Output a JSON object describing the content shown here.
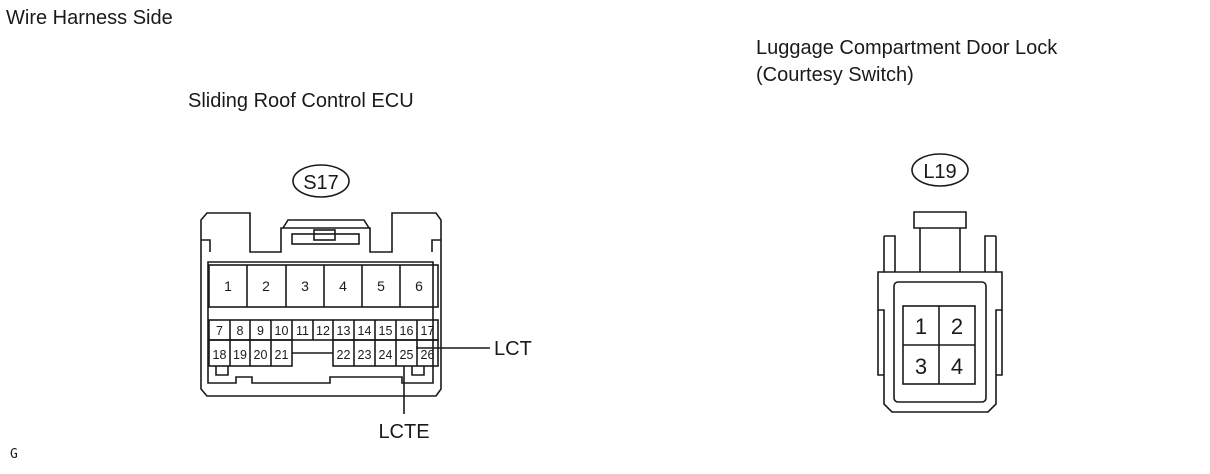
{
  "header": {
    "text": "Wire Harness Side"
  },
  "footer": {
    "text": "G"
  },
  "connectors": {
    "s17": {
      "title": "Sliding Roof Control ECU",
      "code": "S17",
      "pins_top": [
        "1",
        "2",
        "3",
        "4",
        "5",
        "6"
      ],
      "pins_row2": [
        "7",
        "8",
        "9",
        "10",
        "11",
        "12",
        "13",
        "14",
        "15",
        "16",
        "17"
      ],
      "pins_row3_left": [
        "18",
        "19",
        "20",
        "21"
      ],
      "pins_row3_right": [
        "22",
        "23",
        "24",
        "25",
        "26"
      ]
    },
    "l19": {
      "title_line1": "Luggage Compartment Door Lock",
      "title_line2": "(Courtesy Switch)",
      "code": "L19",
      "pins": [
        "1",
        "2",
        "3",
        "4"
      ]
    }
  },
  "callouts": {
    "lct": "LCT",
    "lcte": "LCTE"
  }
}
